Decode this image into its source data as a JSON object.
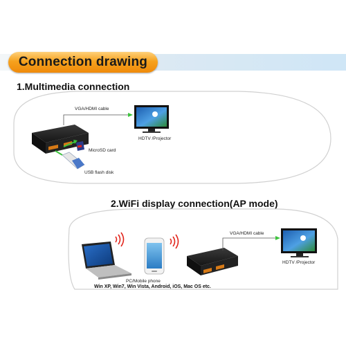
{
  "banner": {
    "title": "Connection drawing"
  },
  "section1": {
    "title": "1.Multimedia connection",
    "cable_label": "VGA/HDMI cable",
    "display_label": "HDTV /Projector",
    "microsd_label": "MicroSD card",
    "usb_label": "USB flash disk"
  },
  "section2": {
    "title": "2.WiFi display connection(AP mode)",
    "cable_label": "VGA/HDMI cable",
    "display_label": "HDTV /Projector",
    "client_label": "PC/Mobile phone",
    "os_label": "Win XP, Win7, Win Vista, Android, iOS, Mac OS etc."
  },
  "colors": {
    "banner_orange": "#f6a21e",
    "banner_blue": "#cfe6f6",
    "link_green": "#3cc43c",
    "outline_gray": "#d0d0d0",
    "wifi_red": "#e2231a"
  }
}
